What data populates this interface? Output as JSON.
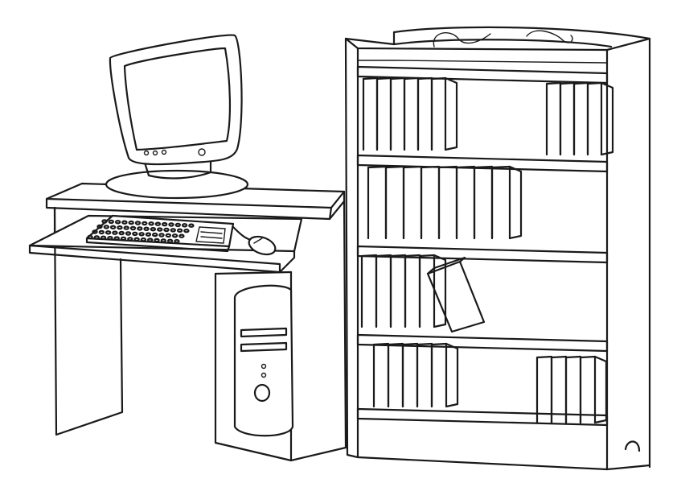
{
  "scene": {
    "style": "black line art on white",
    "objects": [
      "computer-monitor",
      "keyboard",
      "mouse",
      "computer-desk",
      "pc-tower",
      "bookshelf",
      "books"
    ],
    "colors": {
      "line": "#1a1a1a",
      "background": "#ffffff"
    }
  }
}
